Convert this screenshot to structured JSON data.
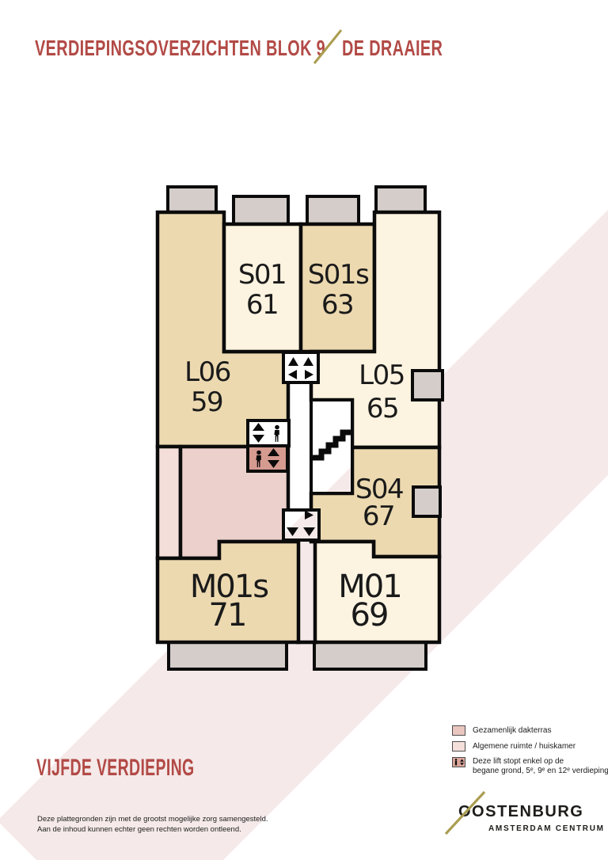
{
  "header": {
    "title": "VERDIEPINGSOVERZICHTEN BLOK 9",
    "project_name": "DE DRAAIER"
  },
  "floor_label": "VIJFDE VERDIEPING",
  "plan": {
    "units": [
      {
        "code": "S01",
        "number": "61"
      },
      {
        "code": "S01s",
        "number": "63"
      },
      {
        "code": "L06",
        "number": "59"
      },
      {
        "code": "L05",
        "number": "65"
      },
      {
        "code": "S04",
        "number": "67"
      },
      {
        "code": "M01s",
        "number": "71"
      },
      {
        "code": "M01",
        "number": "69"
      }
    ],
    "icons": [
      "elevator-arrows-icon",
      "person-icon",
      "stairs-icon"
    ]
  },
  "legend": {
    "items": [
      {
        "label": "Gezamenlijk dakterras",
        "swatch_color": "#eac6c0"
      },
      {
        "label": "Algemene ruimte / huiskamer",
        "swatch_color": "#f5dfdb"
      },
      {
        "label_line1": "Deze lift stopt enkel op de",
        "label_line2": "begane grond, 5ᵉ, 9ᵉ en 12ᵉ verdieping",
        "swatch_color": "#dca69c"
      }
    ]
  },
  "footer": {
    "disclaimer_line1": "Deze plattegronden zijn met de grootst mogelijke zorg samengesteld.",
    "disclaimer_line2": "Aan de inhoud kunnen echter geen rechten worden ontleend."
  },
  "logo": {
    "name": "OOSTENBURG",
    "subtitle": "AMSTERDAM CENTRUM"
  },
  "colors": {
    "accent_red": "#b24a46",
    "accent_gold": "#ab9d51",
    "band_pink": "#f5e9e9",
    "room_cream": "#fcf3e0",
    "room_tan": "#ecd9b0",
    "shared_terrace_pink": "#ecd0cb",
    "common_room_pink": "#f4ded9",
    "restricted_lift_pink": "#d59a90",
    "balcony_gray": "#d4cdc9",
    "wall_black": "#0b0b0b"
  }
}
